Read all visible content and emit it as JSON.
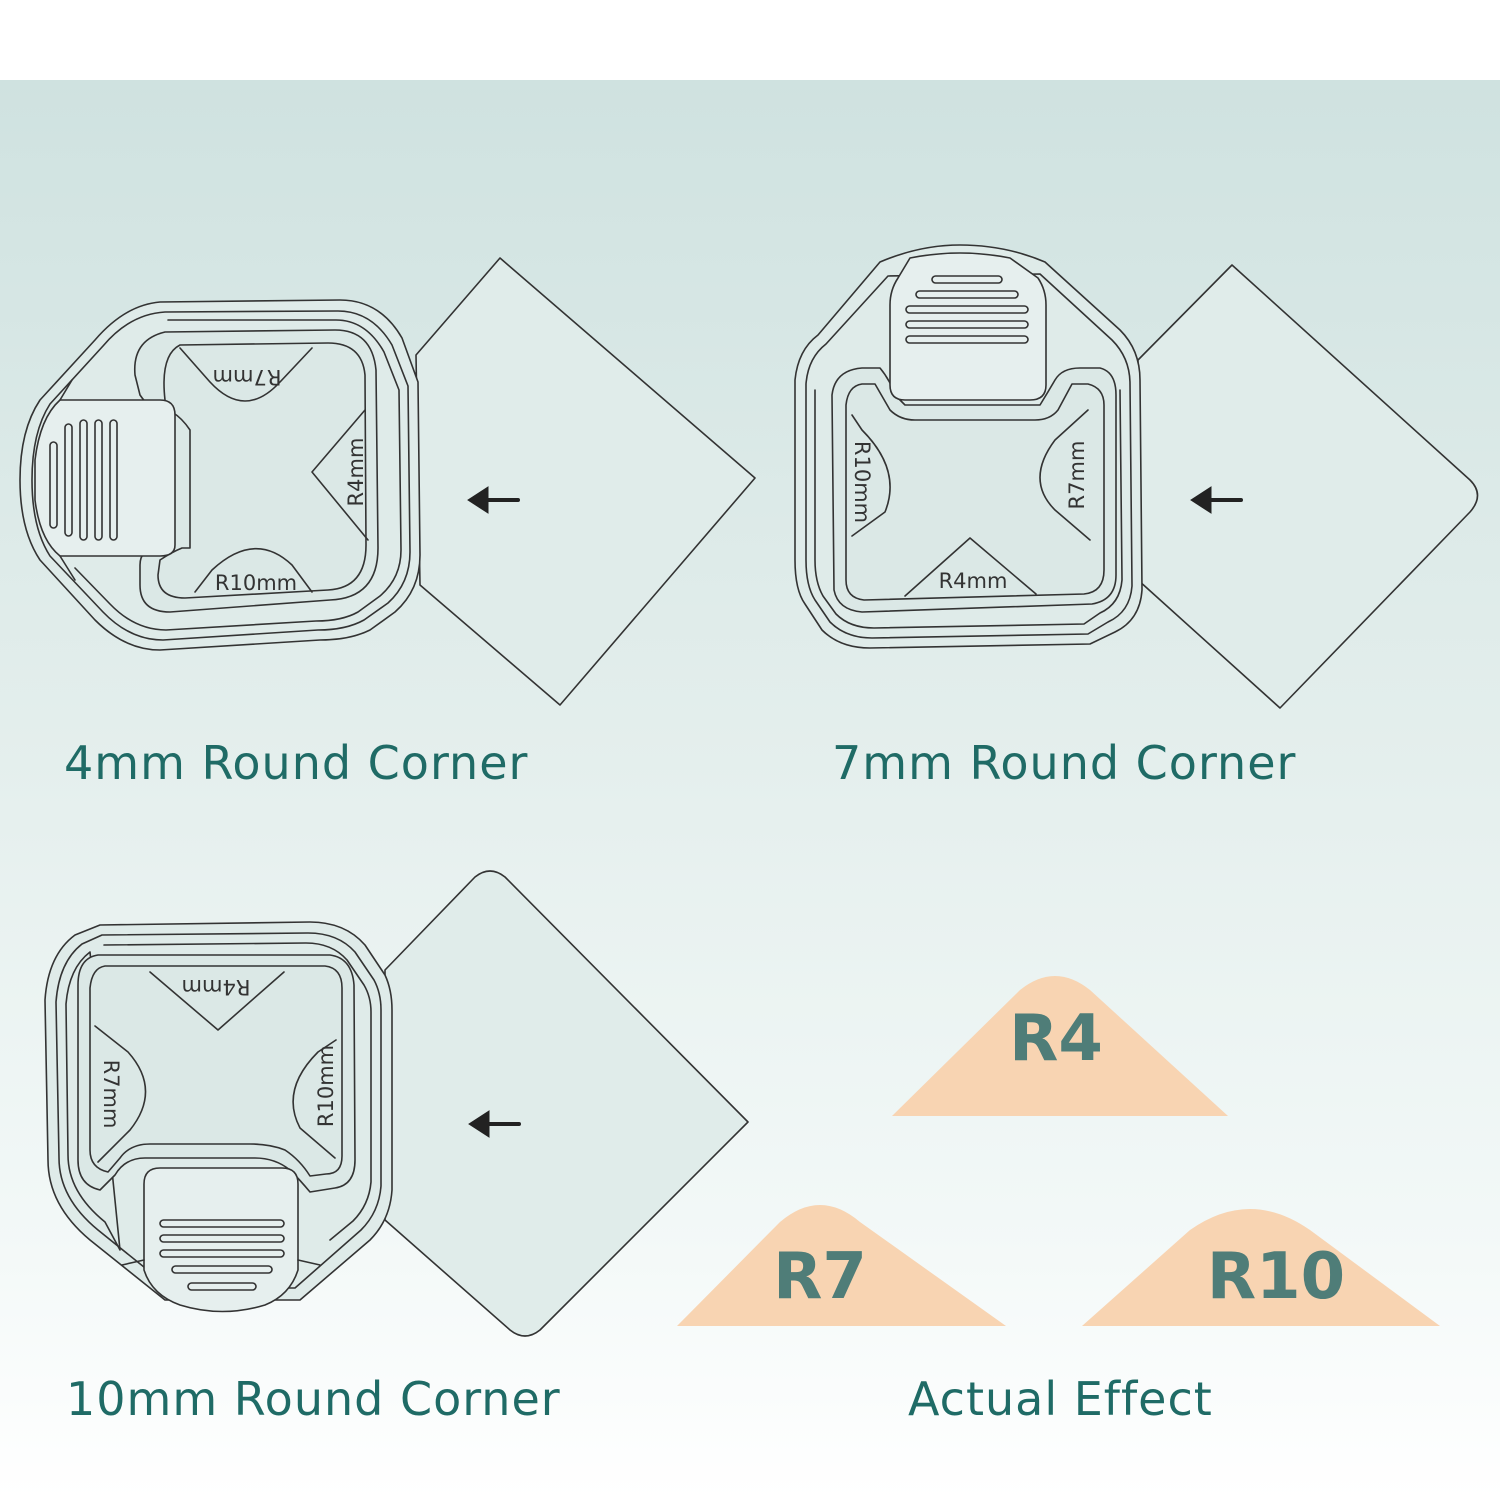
{
  "colors": {
    "caption": "#1f6b66",
    "line": "#333333",
    "effect_fill": "#f8d4b2",
    "effect_text": "#4f7d78"
  },
  "panels": [
    {
      "caption": "4mm Round Corner",
      "slot_top": "R7mm",
      "slot_right": "R4mm",
      "slot_bottom": "R10mm",
      "handle_position": "left",
      "arrow_icon": "arrow-left-icon"
    },
    {
      "caption": "7mm Round Corner",
      "slot_left": "R10mm",
      "slot_right": "R7mm",
      "slot_bottom": "R4mm",
      "handle_position": "top",
      "arrow_icon": "arrow-left-icon"
    },
    {
      "caption": "10mm Round Corner",
      "slot_top": "R4mm",
      "slot_left": "R7mm",
      "slot_right": "R10mm",
      "handle_position": "bottom",
      "arrow_icon": "arrow-left-icon"
    }
  ],
  "actual_effect": {
    "caption": "Actual Effect",
    "samples": [
      "R4",
      "R7",
      "R10"
    ]
  }
}
